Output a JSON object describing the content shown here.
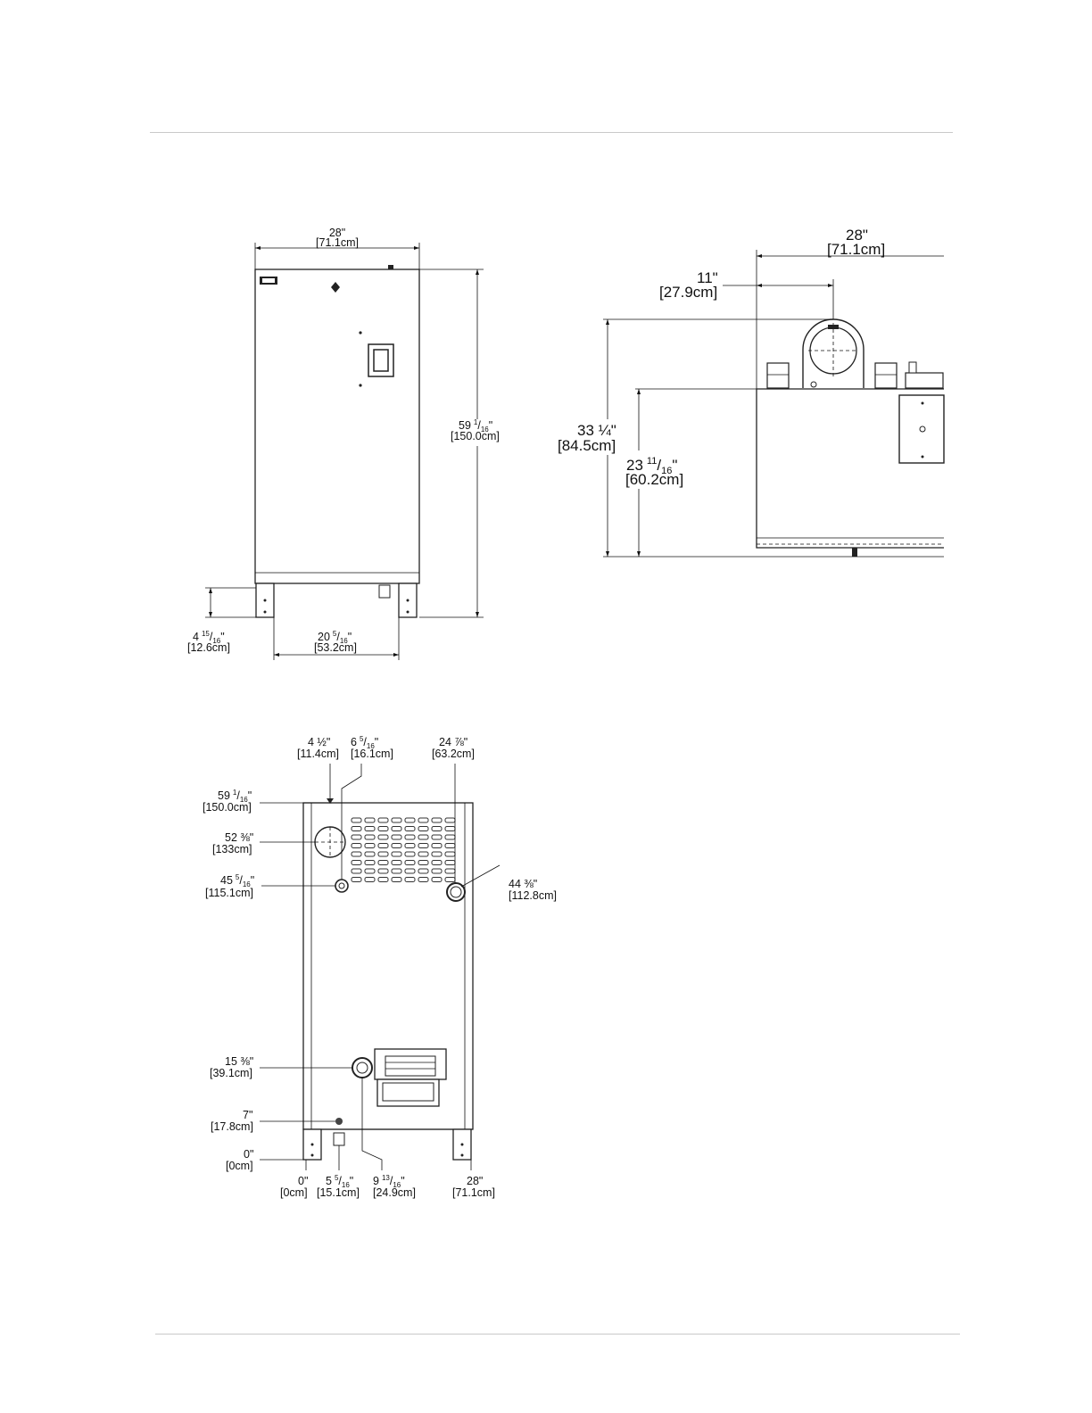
{
  "front_view": {
    "width": {
      "in": "28\"",
      "cm": "[71.1cm]"
    },
    "height": {
      "whole": "59",
      "num": "1",
      "den": "16",
      "cm": "[150.0cm]"
    },
    "leg_height": {
      "whole": "4",
      "num": "15",
      "den": "16",
      "cm": "[12.6cm]"
    },
    "leg_spacing": {
      "whole": "20",
      "num": "5",
      "den": "16",
      "cm": "[53.2cm]"
    }
  },
  "side_view": {
    "width": {
      "in": "28\"",
      "cm": "[71.1cm]"
    },
    "vent_offset": {
      "in": "11\"",
      "cm": "[27.9cm]"
    },
    "vent_height": {
      "in": "33 ¼\"",
      "cm": "[84.5cm]"
    },
    "top_height": {
      "whole": "23",
      "num": "11",
      "den": "16",
      "cm": "[60.2cm]"
    }
  },
  "rear_view": {
    "top_labels": [
      {
        "in": "4 ½\"",
        "cm": "[11.4cm]"
      },
      {
        "whole": "6",
        "num": "5",
        "den": "16",
        "cm": "[16.1cm]"
      },
      {
        "in": "24 ⅞\"",
        "cm": "[63.2cm]"
      }
    ],
    "left_labels": [
      {
        "whole": "59",
        "num": "1",
        "den": "16",
        "cm": "[150.0cm]"
      },
      {
        "in": "52 ⅜\"",
        "cm": "[133cm]"
      },
      {
        "whole": "45",
        "num": "5",
        "den": "16",
        "cm": "[115.1cm]"
      },
      {
        "in": "15 ⅜\"",
        "cm": "[39.1cm]"
      },
      {
        "in": "7\"",
        "cm": "[17.8cm]"
      },
      {
        "in": "0\"",
        "cm": "[0cm]"
      }
    ],
    "right_label": {
      "in": "44 ⅜\"",
      "cm": "[112.8cm]"
    },
    "bottom_labels": [
      {
        "in": "0\"",
        "cm": "[0cm]"
      },
      {
        "whole": "5",
        "num": "5",
        "den": "16",
        "cm": "[15.1cm]"
      },
      {
        "whole": "9",
        "num": "13",
        "den": "16",
        "cm": "[24.9cm]"
      },
      {
        "in": "28\"",
        "cm": "[71.1cm]"
      }
    ]
  }
}
